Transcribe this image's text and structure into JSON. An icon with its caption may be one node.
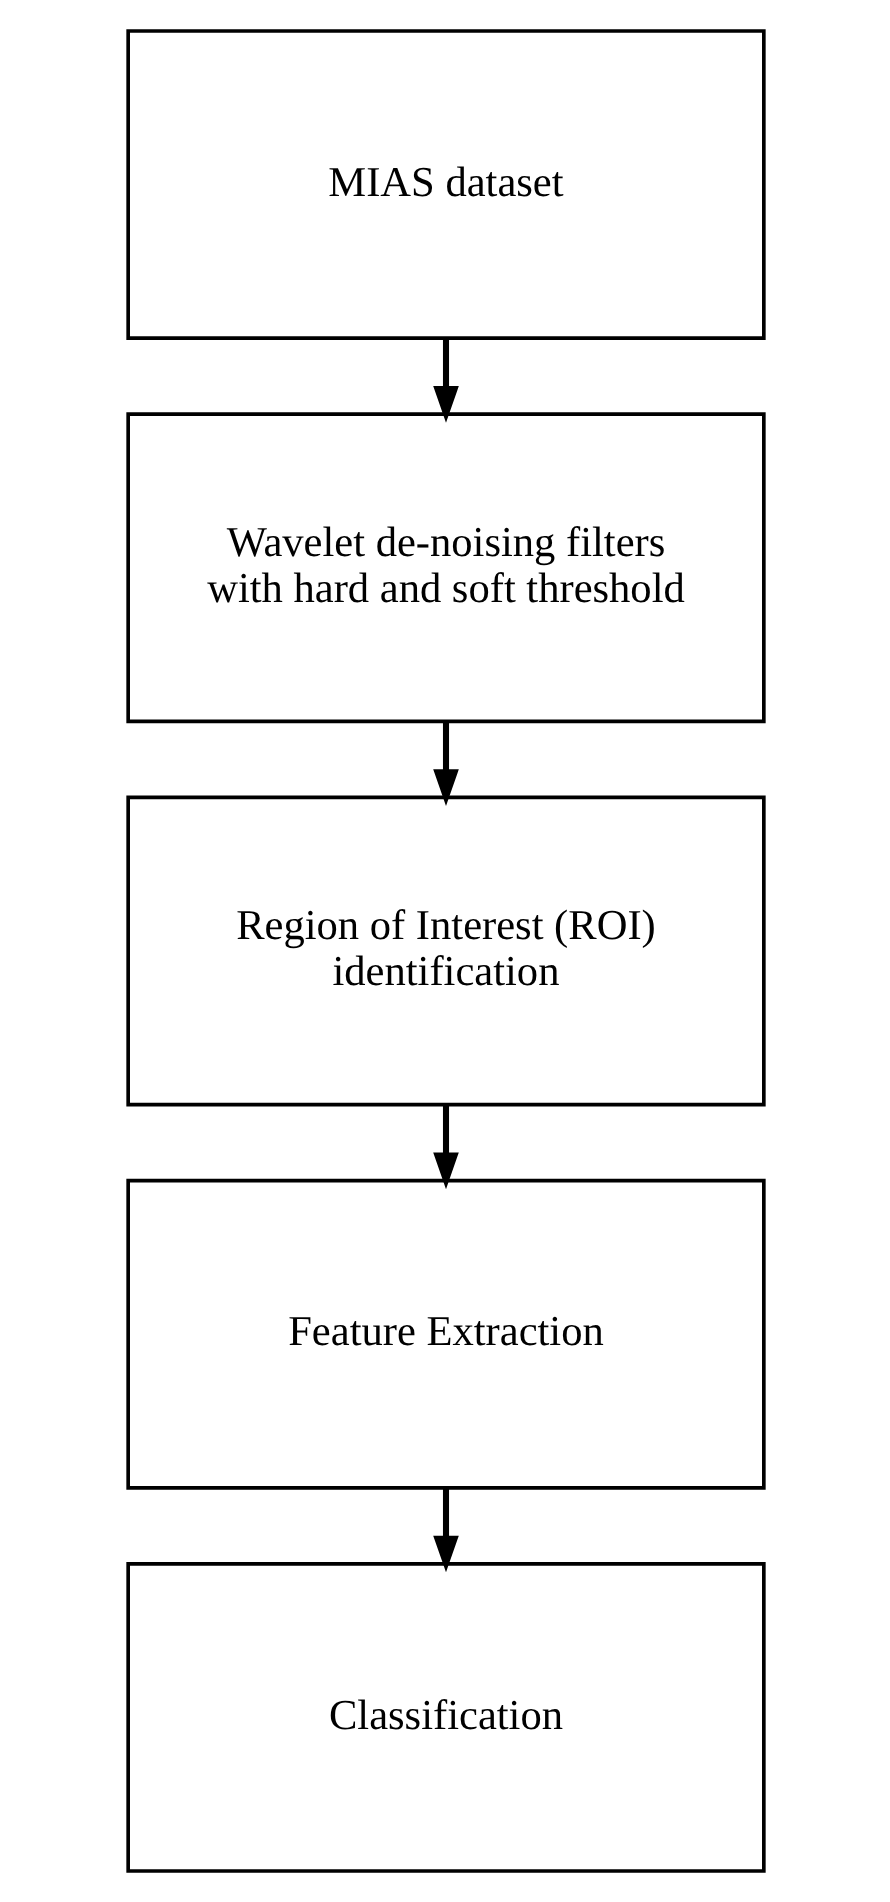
{
  "diagram": {
    "nodes": [
      {
        "text": [
          "MIAS dataset"
        ]
      },
      {
        "text": [
          "Wavelet de-noising filters with hard and soft threshold"
        ]
      },
      {
        "text": [
          "Region of Interest (ROI) identification"
        ]
      },
      {
        "text": [
          "Feature Extraction"
        ]
      },
      {
        "text": [
          "Classification"
        ]
      }
    ],
    "edges": [
      {
        "from": 0,
        "to": 1,
        "arrow": "to"
      },
      {
        "from": 1,
        "to": 2,
        "arrow": "to"
      },
      {
        "from": 2,
        "to": 3,
        "arrow": "to"
      },
      {
        "from": 3,
        "to": 4,
        "arrow": "to"
      }
    ]
  }
}
